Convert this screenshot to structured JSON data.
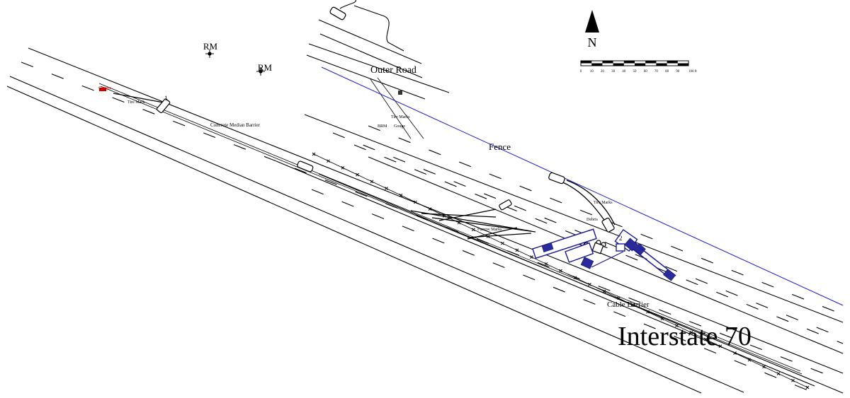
{
  "labels": {
    "interstate": "Interstate 70",
    "outer_road": "Outer Road",
    "fence": "Fence",
    "cable_barrier": "Cable Barrier",
    "concrete_median_barrier": "Concrete Median Barrier",
    "ref_mark_1": "RM",
    "ref_mark_2": "RM",
    "tire_mark_1": "Tire Mark",
    "tire_mark_2": "Tire Marks",
    "tire_mark_3": "Tire Marks",
    "gouges": "Gouges",
    "debris": "Debris",
    "brm": "BRM",
    "furrow_marks": "Furrow Marks",
    "gouge": "Gouge",
    "num_1": "1",
    "num_2": "2"
  },
  "north_arrow": {
    "label": "N"
  },
  "scale_bar": {
    "ticks": [
      "0",
      "10",
      "20",
      "30",
      "40",
      "50",
      "60",
      "70",
      "80",
      "90",
      "100 ft"
    ]
  },
  "colors": {
    "lines": "#000000",
    "fence": "#1a1ad0",
    "final_rest_vehicles": "#2a2a9a",
    "gouge_marker": "#cc0000"
  }
}
